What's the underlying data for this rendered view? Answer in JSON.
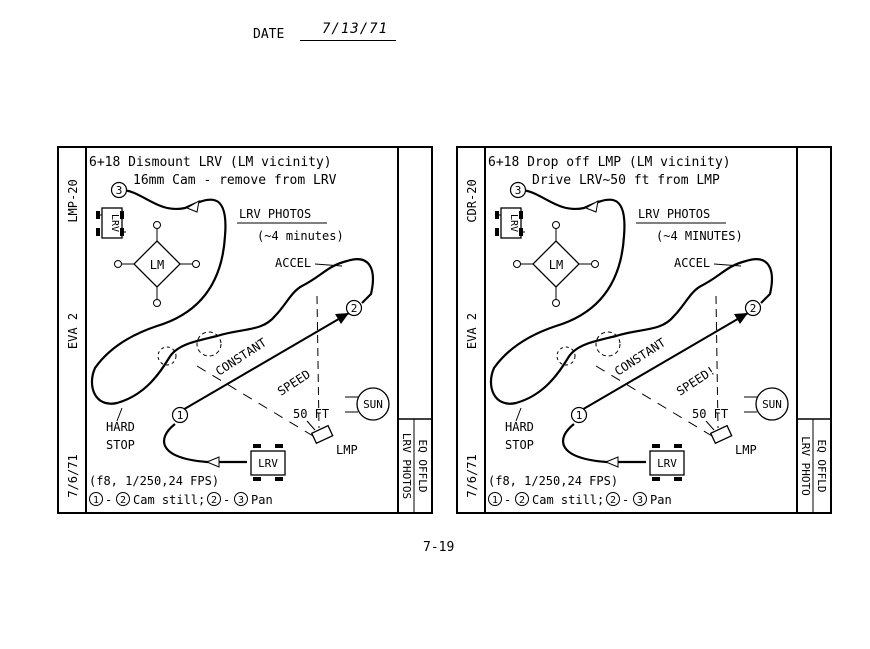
{
  "header": {
    "date_label": "DATE",
    "date_value": "7/13/71"
  },
  "page_number": "7-19",
  "cards": [
    {
      "crew_tag": "LMP-20",
      "eva": "EVA 2",
      "rev_date": "7/6/71",
      "title_line1": "6+18 Dismount LRV (LM vicinity)",
      "title_line2": "16mm Cam - remove from LRV",
      "heading": "LRV PHOTOS",
      "duration": "(~4 minutes)",
      "accel": "ACCEL",
      "constant": "CONSTANT",
      "speed": "SPEED",
      "distance": "50 FT",
      "sun": "SUN",
      "lmp": "LMP",
      "hard": "HARD",
      "stop": "STOP",
      "lrv": "LRV",
      "lm": "LM",
      "camera_settings": "(f8, 1/250,24 FPS)",
      "sequence": [
        "1",
        "-",
        "2",
        "Cam still;",
        "2",
        "-",
        "3",
        "Pan"
      ],
      "points": [
        "1",
        "2",
        "3"
      ],
      "side_tab1": "EQ OFFLD",
      "side_tab2": "LRV PHOTOS"
    },
    {
      "crew_tag": "CDR-20",
      "eva": "EVA 2",
      "rev_date": "7/6/71",
      "title_line1": "6+18 Drop off LMP (LM vicinity)",
      "title_line2": "Drive LRV~50 ft from LMP",
      "heading": "LRV PHOTOS",
      "duration": "(~4 MINUTES)",
      "accel": "ACCEL",
      "constant": "CONSTANT",
      "speed": "SPEED!",
      "distance": "50 FT",
      "sun": "SUN",
      "lmp": "LMP",
      "hard": "HARD",
      "stop": "STOP",
      "lrv": "LRV",
      "lm": "LM",
      "camera_settings": "(f8, 1/250,24 FPS)",
      "sequence": [
        "1",
        "-",
        "2",
        "Cam still;",
        "2",
        "-",
        "3",
        "Pan"
      ],
      "points": [
        "1",
        "2",
        "3"
      ],
      "side_tab1": "EQ OFFLD",
      "side_tab2": "LRV PHOTO"
    }
  ]
}
